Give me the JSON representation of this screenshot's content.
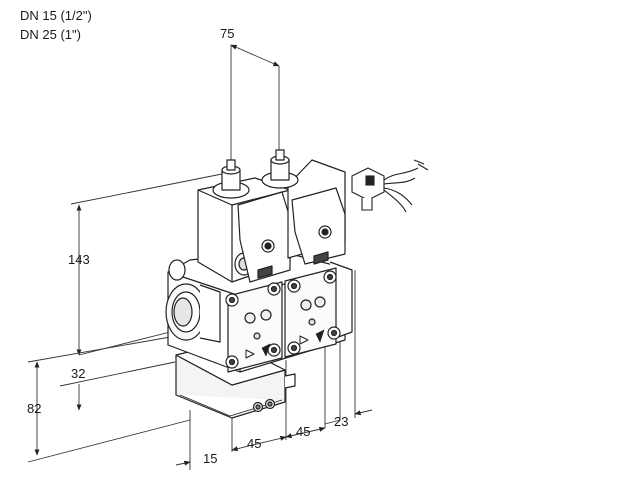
{
  "header": {
    "line1": "DN 15 (1/2\")",
    "line2": "DN 25 (1\")"
  },
  "dimensions": {
    "top_width": "75",
    "height": "143",
    "lower_height": "32",
    "total_height": "82",
    "offset": "15",
    "spacing_left": "45",
    "spacing_right": "45",
    "side_depth": "23"
  }
}
